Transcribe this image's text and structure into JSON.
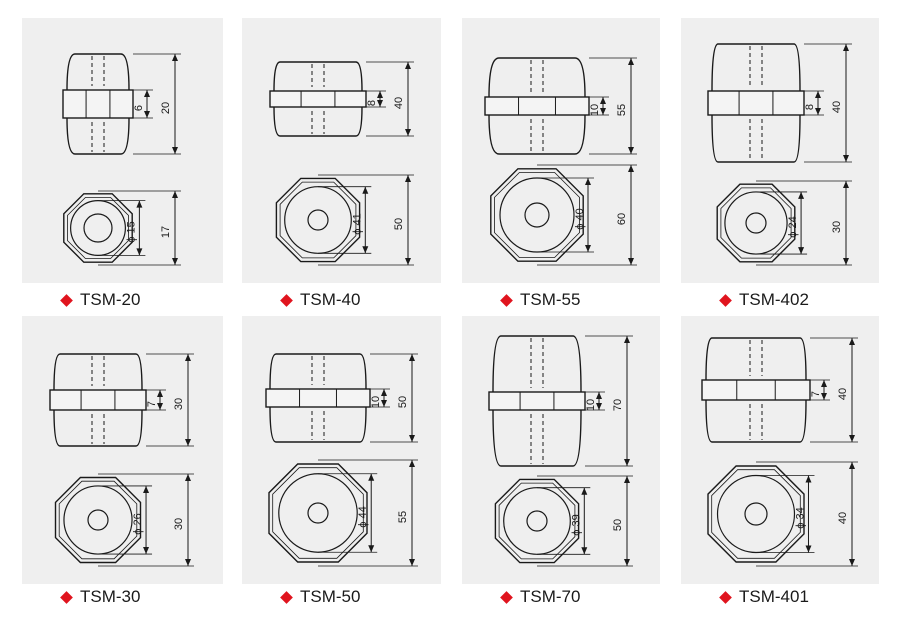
{
  "colors": {
    "panel": "#efefef",
    "line": "#1a1a1a",
    "bullet": "#e0141e"
  },
  "items": [
    {
      "model": "TSM-20",
      "cap_height": "6",
      "height": "20",
      "bore": "ϕ 15",
      "hex_size": "17"
    },
    {
      "model": "TSM-40",
      "cap_height": "8",
      "height": "40",
      "bore": "ϕ 41",
      "hex_size": "50"
    },
    {
      "model": "TSM-55",
      "cap_height": "10",
      "height": "55",
      "bore": "ϕ 40",
      "hex_size": "60"
    },
    {
      "model": "TSM-402",
      "cap_height": "8",
      "height": "40",
      "bore": "ϕ 24",
      "hex_size": "30"
    },
    {
      "model": "TSM-30",
      "cap_height": "7",
      "height": "30",
      "bore": "ϕ 26",
      "hex_size": "30"
    },
    {
      "model": "TSM-50",
      "cap_height": "10",
      "height": "50",
      "bore": "ϕ 44",
      "hex_size": "55"
    },
    {
      "model": "TSM-70",
      "cap_height": "10",
      "height": "70",
      "bore": "ϕ 39",
      "hex_size": "50"
    },
    {
      "model": "TSM-401",
      "cap_height": "7",
      "height": "40",
      "bore": "ϕ 34",
      "hex_size": "40"
    }
  ]
}
